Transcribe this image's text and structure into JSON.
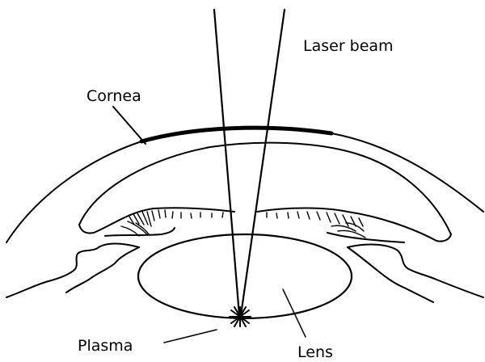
{
  "labels": {
    "laser_beam": "Laser beam",
    "cornea": "Cornea",
    "plasma": "Plasma",
    "lens": "Lens"
  },
  "colors": {
    "ink": "#000000",
    "background": "#ffffff"
  }
}
